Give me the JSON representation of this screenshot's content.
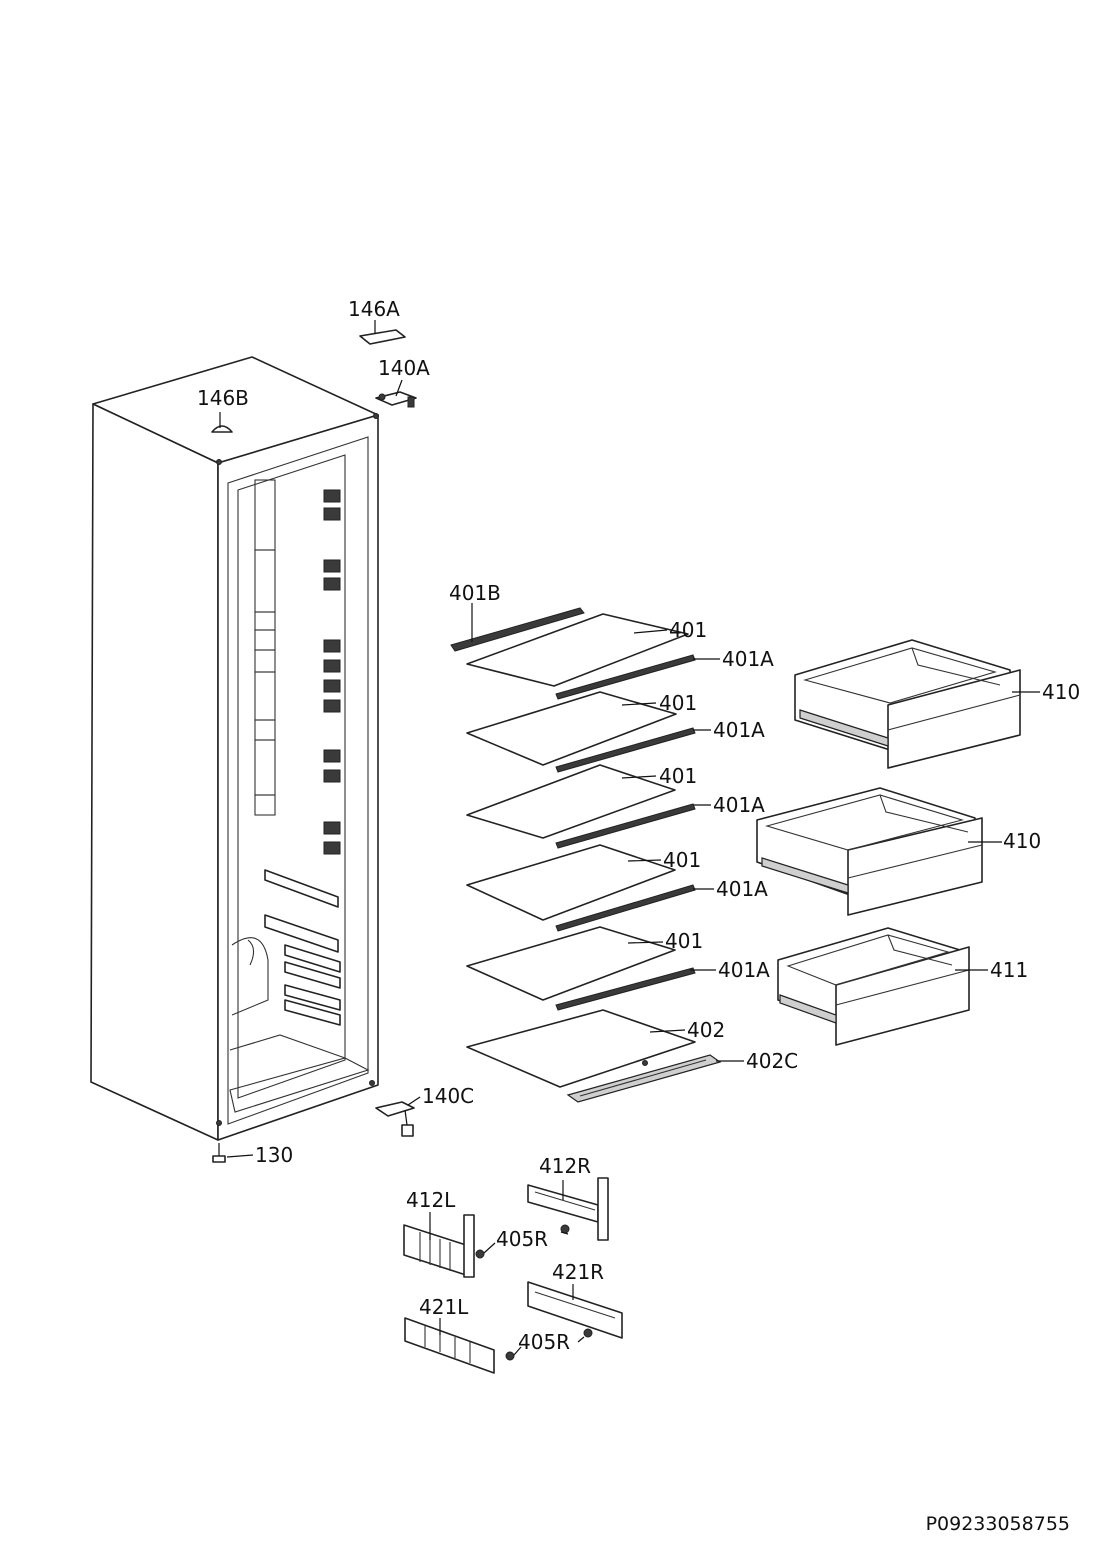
{
  "labels": {
    "l146A": "146A",
    "l140A": "140A",
    "l146B": "146B",
    "l401B": "401B",
    "l401_1": "401",
    "l401A_1": "401A",
    "l401_2": "401",
    "l401A_2": "401A",
    "l401_3": "401",
    "l401A_3": "401A",
    "l401_4": "401",
    "l401A_4": "401A",
    "l401_5": "401",
    "l401A_5": "401A",
    "l402": "402",
    "l402C": "402C",
    "l410_1": "410",
    "l410_2": "410",
    "l411": "411",
    "l140C": "140C",
    "l130": "130",
    "l412R": "412R",
    "l412L": "412L",
    "l405R_1": "405R",
    "l421R": "421R",
    "l421L": "421L",
    "l405R_2": "405R"
  },
  "document_ref": "P09233058755"
}
